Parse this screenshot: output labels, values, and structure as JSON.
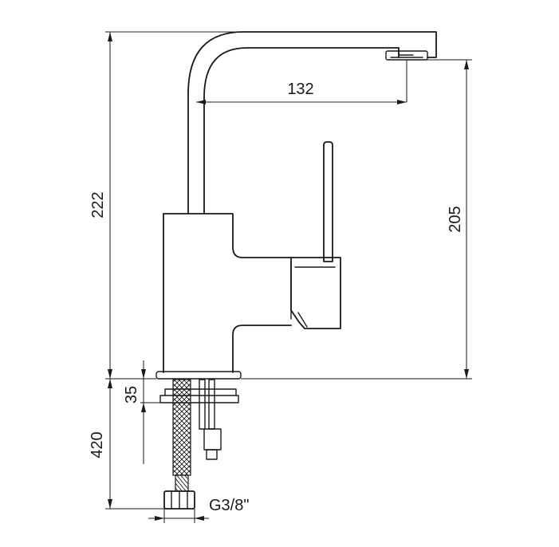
{
  "drawing": {
    "dimensions": {
      "total_height": "222",
      "spout_reach": "132",
      "spout_height": "205",
      "deck_thickness": "35",
      "hose_length": "420",
      "connection_thread": "G3/8\""
    }
  }
}
